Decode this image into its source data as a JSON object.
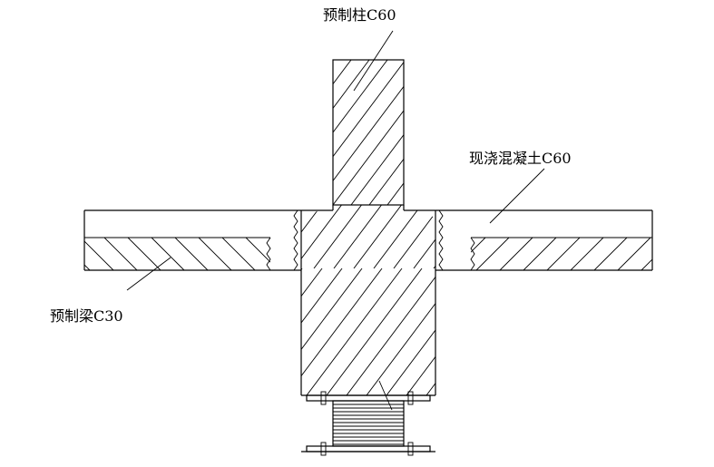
{
  "labels": {
    "column": "预制柱C60",
    "cast_in_place": "现浇混凝土C60",
    "beam": "预制梁C30"
  },
  "colors": {
    "line": "#000000",
    "background": "#ffffff"
  }
}
